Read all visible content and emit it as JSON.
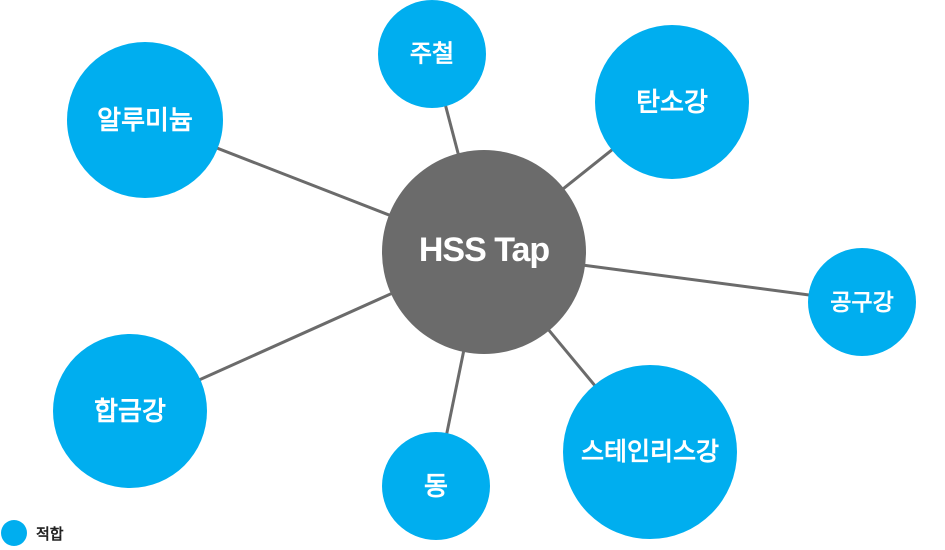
{
  "colors": {
    "fit": "#00aeef",
    "center": "#6b6b6b",
    "line": "#6b6b6b"
  },
  "center": {
    "label": "HSS Tap"
  },
  "nodes": [
    {
      "id": "cast-iron",
      "label": "주철"
    },
    {
      "id": "carbon-steel",
      "label": "탄소강"
    },
    {
      "id": "aluminum",
      "label": "알루미늄"
    },
    {
      "id": "tool-steel",
      "label": "공구강"
    },
    {
      "id": "alloy-steel",
      "label": "합금강"
    },
    {
      "id": "copper",
      "label": "동"
    },
    {
      "id": "stainless-steel",
      "label": "스테인리스강"
    }
  ],
  "legend": {
    "label": "적합"
  }
}
